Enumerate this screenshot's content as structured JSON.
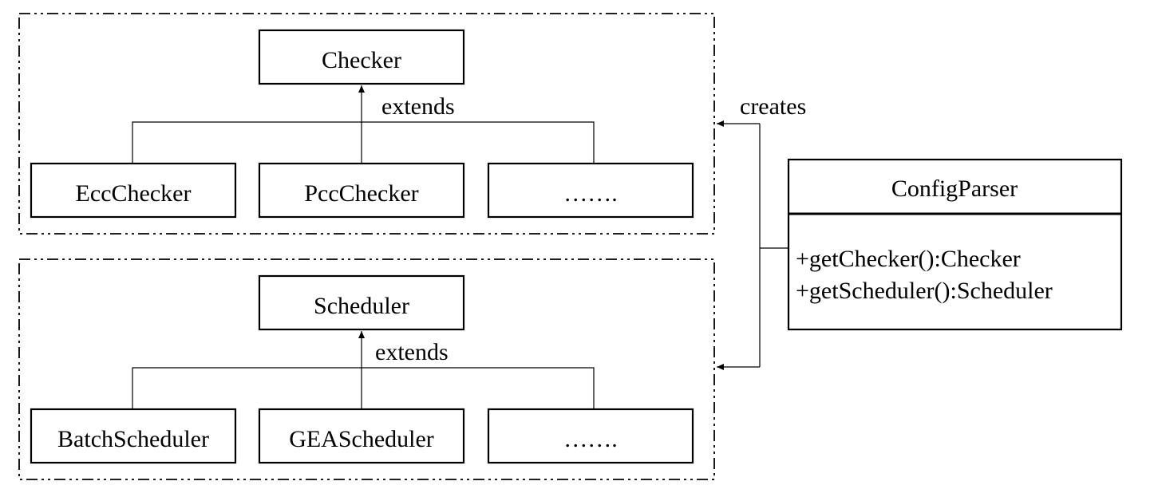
{
  "top_group": {
    "parent": "Checker",
    "relation": "extends",
    "children": [
      "EccChecker",
      "PccChecker",
      "……."
    ]
  },
  "bottom_group": {
    "parent": "Scheduler",
    "relation": "extends",
    "children": [
      "BatchScheduler",
      "GEAScheduler",
      "……."
    ]
  },
  "creates_label": "creates",
  "config_parser": {
    "name": "ConfigParser",
    "methods": [
      "+getChecker():Checker",
      "+getScheduler():Scheduler"
    ]
  }
}
